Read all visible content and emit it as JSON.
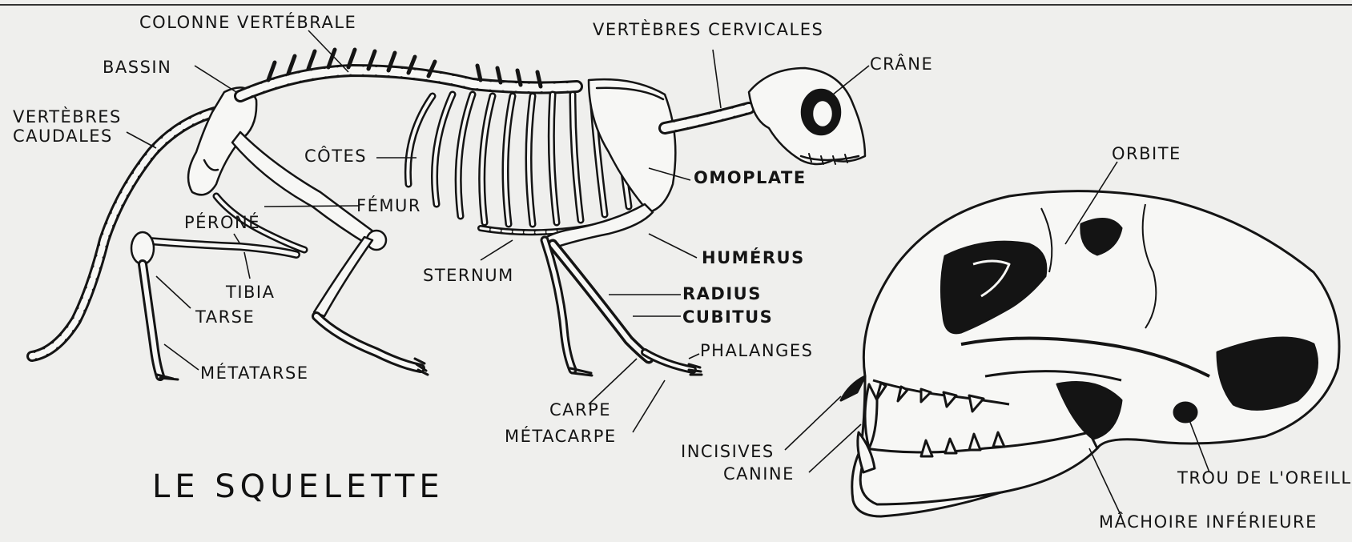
{
  "title": "LE SQUELETTE",
  "labels": {
    "colonne_vertebrale": "COLONNE VERTÉBRALE",
    "bassin": "BASSIN",
    "vertebres_caudales_1": "VERTÈBRES",
    "vertebres_caudales_2": "CAUDALES",
    "perone": "PÉRONÉ",
    "tibia": "TIBIA",
    "tarse": "TARSE",
    "metatarse": "MÉTATARSE",
    "femur": "FÉMUR",
    "cotes": "CÔTES",
    "sternum": "STERNUM",
    "vertebres_cervicales": "VERTÈBRES CERVICALES",
    "crane": "CRÂNE",
    "omoplate": "OMOPLATE",
    "humerus": "HUMÉRUS",
    "radius": "RADIUS",
    "cubitus": "CUBITUS",
    "phalanges": "PHALANGES",
    "carpe": "CARPE",
    "metacarpe": "MÉTACARPE",
    "orbite": "ORBITE",
    "incisives": "INCISIVES",
    "canine": "CANINE",
    "trou_oreille": "TROU DE L'OREILLE",
    "machoire": "MÂCHOIRE INFÉRIEURE"
  },
  "colors": {
    "ink": "#141414",
    "paper": "#efefed"
  }
}
